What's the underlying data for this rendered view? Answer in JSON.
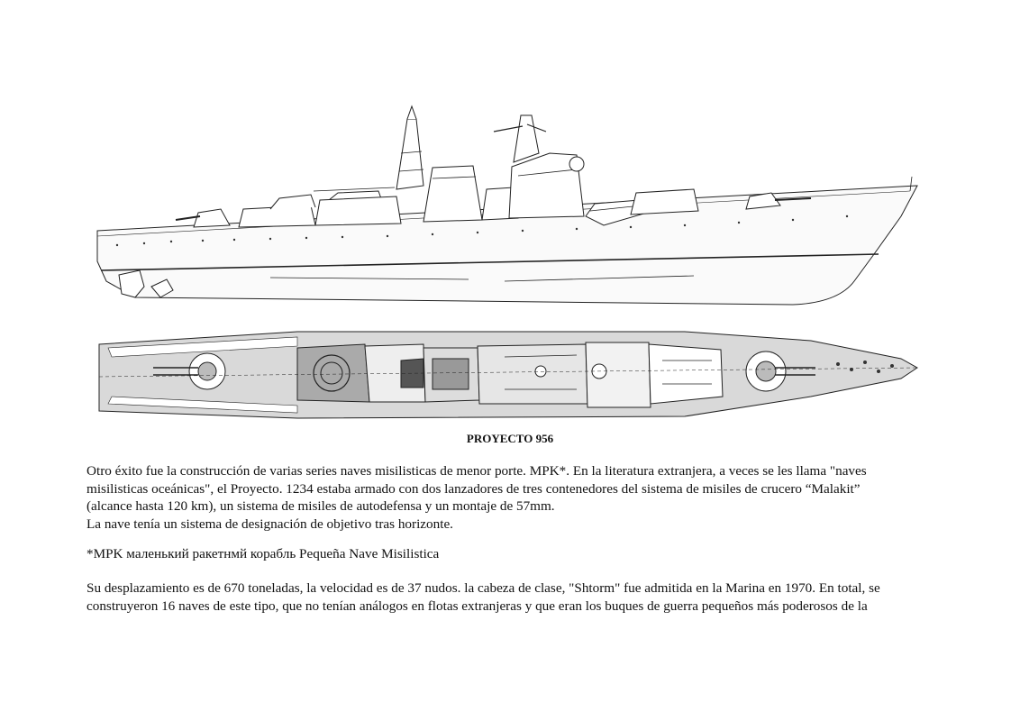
{
  "figure": {
    "caption": "PROYECTO 956",
    "side_view": "ship-side-profile",
    "top_view": "ship-top-plan"
  },
  "text": {
    "p1_l1": "Otro éxito fue la construcción de varias series naves misilisticas de menor porte. MPK*. En la literatura extranjera, a veces se les llama \"naves",
    "p1_l2": "misilisticas oceánicas\",  el Proyecto. 1234 estaba armado con dos lanzadores de tres contenedores del sistema de misiles de crucero “Malakit”",
    "p1_l3": "(alcance hasta 120 km), un sistema de misiles de autodefensa y un montaje de 57mm.",
    "p1_l4": "La nave tenía un sistema de designación de objetivo tras horizonte.",
    "p2": "*MPK маленький ракетнмй корабль Pequeña Nave Misilistica",
    "p3_l1": "Su desplazamiento es de 670 toneladas, la velocidad es de 37 nudos. la cabeza de clase,  \"Shtorm\" fue admitida en la Marina en 1970. En total, se",
    "p3_l2": "construyeron 16 naves de este tipo, que no tenían análogos en flotas extranjeras y que eran los buques de guerra pequeños más poderosos de la"
  }
}
